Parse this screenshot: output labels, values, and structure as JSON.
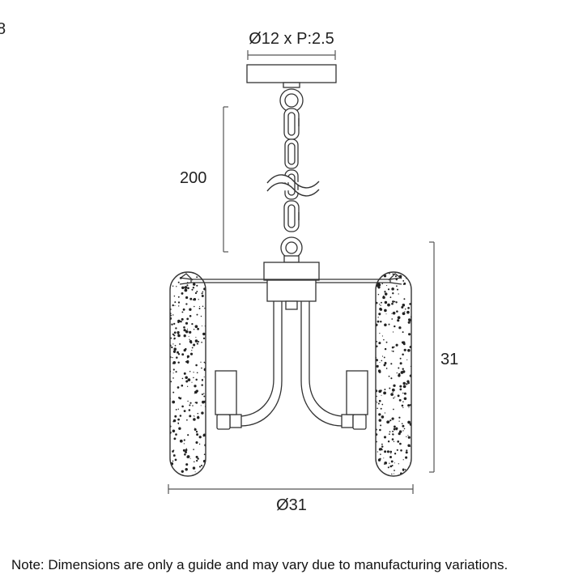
{
  "diagram": {
    "corner_mark": "8",
    "dimensions": {
      "canopy": "Ø12 x P:2.5",
      "drop": "200",
      "height": "31",
      "width": "Ø31"
    },
    "note": "Note: Dimensions are only a guide and may vary due to manufacturing variations.",
    "colors": {
      "line": "#333333",
      "dimension_line": "#555555",
      "speckle": "#222222"
    }
  }
}
